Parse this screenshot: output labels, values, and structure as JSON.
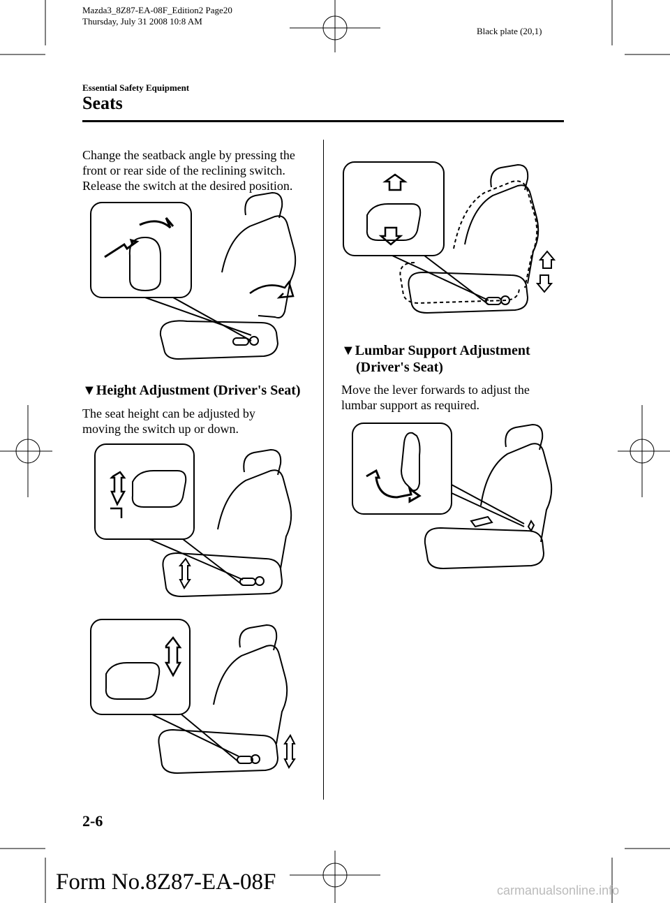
{
  "header": {
    "file_line1": "Mazda3_8Z87-EA-08F_Edition2 Page20",
    "file_line2": "Thursday, July 31 2008 10:8 AM",
    "plate": "Black plate (20,1)"
  },
  "section_label": "Essential Safety Equipment",
  "page_title": "Seats",
  "left_column": {
    "intro_text": "Change the seatback angle by pressing the front or rear side of the reclining switch. Release the switch at the desired position.",
    "height_heading_marker": "▼",
    "height_heading": "Height Adjustment (Driver's Seat)",
    "height_text": "The seat height can be adjusted by moving the switch up or down."
  },
  "right_column": {
    "lumbar_heading_marker": "▼",
    "lumbar_heading_line1": "Lumbar Support Adjustment",
    "lumbar_heading_line2": "(Driver's Seat)",
    "lumbar_text": "Move the lever forwards to adjust the lumbar support as required."
  },
  "footer": {
    "page_number": "2-6",
    "form_number": "Form No.8Z87-EA-08F",
    "watermark": "carmanualsonline.info"
  },
  "icons": [
    "crop-mark-icon",
    "registration-target-icon",
    "seat-illustration",
    "arrow-icon"
  ]
}
